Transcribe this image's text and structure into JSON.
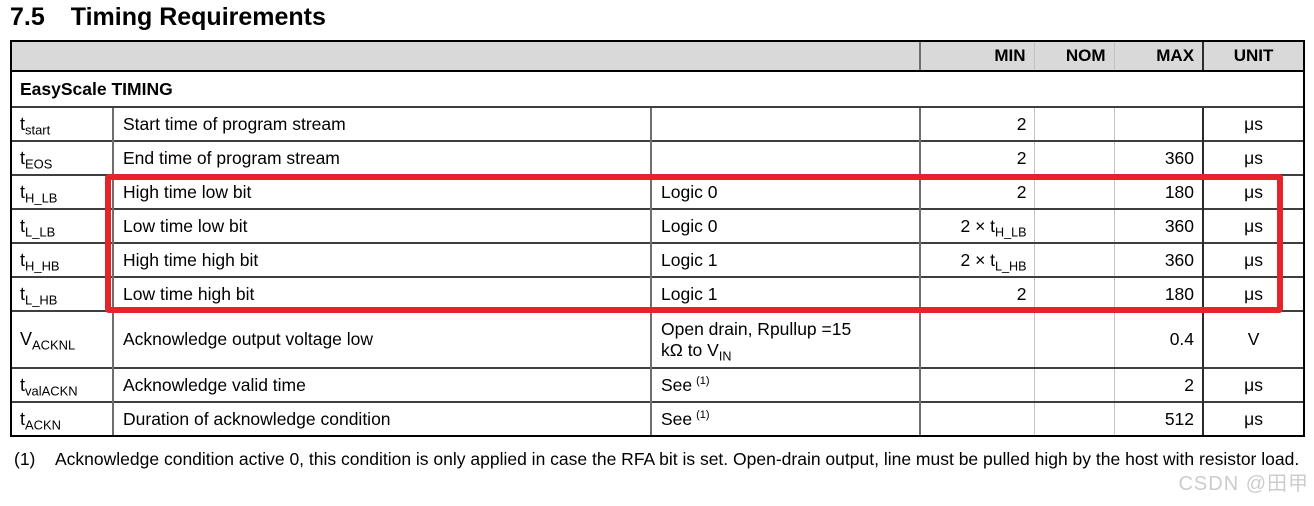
{
  "title": {
    "number": "7.5",
    "text": "Timing Requirements"
  },
  "table": {
    "header": {
      "min": "MIN",
      "nom": "NOM",
      "max": "MAX",
      "unit": "UNIT"
    },
    "section": "EasyScale TIMING",
    "rows": [
      {
        "sym": "t",
        "sym_sub": "start",
        "desc": "Start time of program stream",
        "min": "2",
        "unit": "μs"
      },
      {
        "sym": "t",
        "sym_sub": "EOS",
        "desc": "End time of program stream",
        "min": "2",
        "max": "360",
        "unit": "μs"
      },
      {
        "sym": "t",
        "sym_sub": "H_LB",
        "desc": "High time low bit",
        "cond": "Logic 0",
        "min": "2",
        "max": "180",
        "unit": "μs"
      },
      {
        "sym": "t",
        "sym_sub": "L_LB",
        "desc": "Low time low bit",
        "cond": "Logic 0",
        "min": "2 × t",
        "min_sub": "H_LB",
        "max": "360",
        "unit": "μs"
      },
      {
        "sym": "t",
        "sym_sub": "H_HB",
        "desc": "High time high bit",
        "cond": "Logic 1",
        "min": "2 × t",
        "min_sub": "L_HB",
        "max": "360",
        "unit": "μs"
      },
      {
        "sym": "t",
        "sym_sub": "L_HB",
        "desc": "Low time high bit",
        "cond": "Logic 1",
        "min": "2",
        "max": "180",
        "unit": "μs"
      },
      {
        "sym": "V",
        "sym_sub": "ACKNL",
        "desc": "Acknowledge output voltage low",
        "cond_line1": "Open drain, Rpullup =15",
        "cond_line2": "kΩ to V",
        "cond_line2_sub": "IN",
        "max": "0.4",
        "unit": "V"
      },
      {
        "sym": "t",
        "sym_sub": "valACKN",
        "desc": "Acknowledge valid time",
        "cond": "See",
        "cond_sup": "(1)",
        "max": "2",
        "unit": "μs"
      },
      {
        "sym": "t",
        "sym_sub": "ACKN",
        "desc": "Duration of acknowledge condition",
        "cond": "See",
        "cond_sup": "(1)",
        "max": "512",
        "unit": "μs"
      }
    ]
  },
  "footnote": {
    "marker": "(1)",
    "text": "Acknowledge condition active 0, this condition is only applied in case the RFA bit is set. Open-drain output, line must be pulled high by the host with resistor load."
  },
  "watermark": "CSDN @田甲",
  "colors": {
    "annotation_red": "#e4232b",
    "header_gray": "#d9d9d9",
    "watermark_gray": "#cccccc"
  }
}
